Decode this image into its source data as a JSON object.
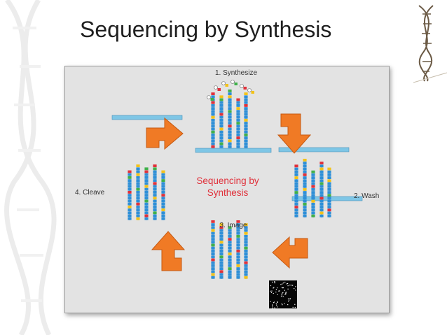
{
  "slide": {
    "title": "Sequencing by Synthesis"
  },
  "diagram": {
    "center_label": [
      "Sequencing by",
      "Synthesis"
    ],
    "steps": [
      {
        "label": "1. Synthesize"
      },
      {
        "label": "2. Wash"
      },
      {
        "label": "3. Image"
      },
      {
        "label": "4. Cleave"
      }
    ]
  },
  "colors": {
    "arrow": "#f07a25",
    "slide_strip": "#7ec6e6",
    "strand_blue": "#2d8fd8",
    "base_red": "#e0303a",
    "base_yellow": "#f2c21a",
    "base_green": "#3fb04a",
    "center_label": "#e0303a"
  }
}
